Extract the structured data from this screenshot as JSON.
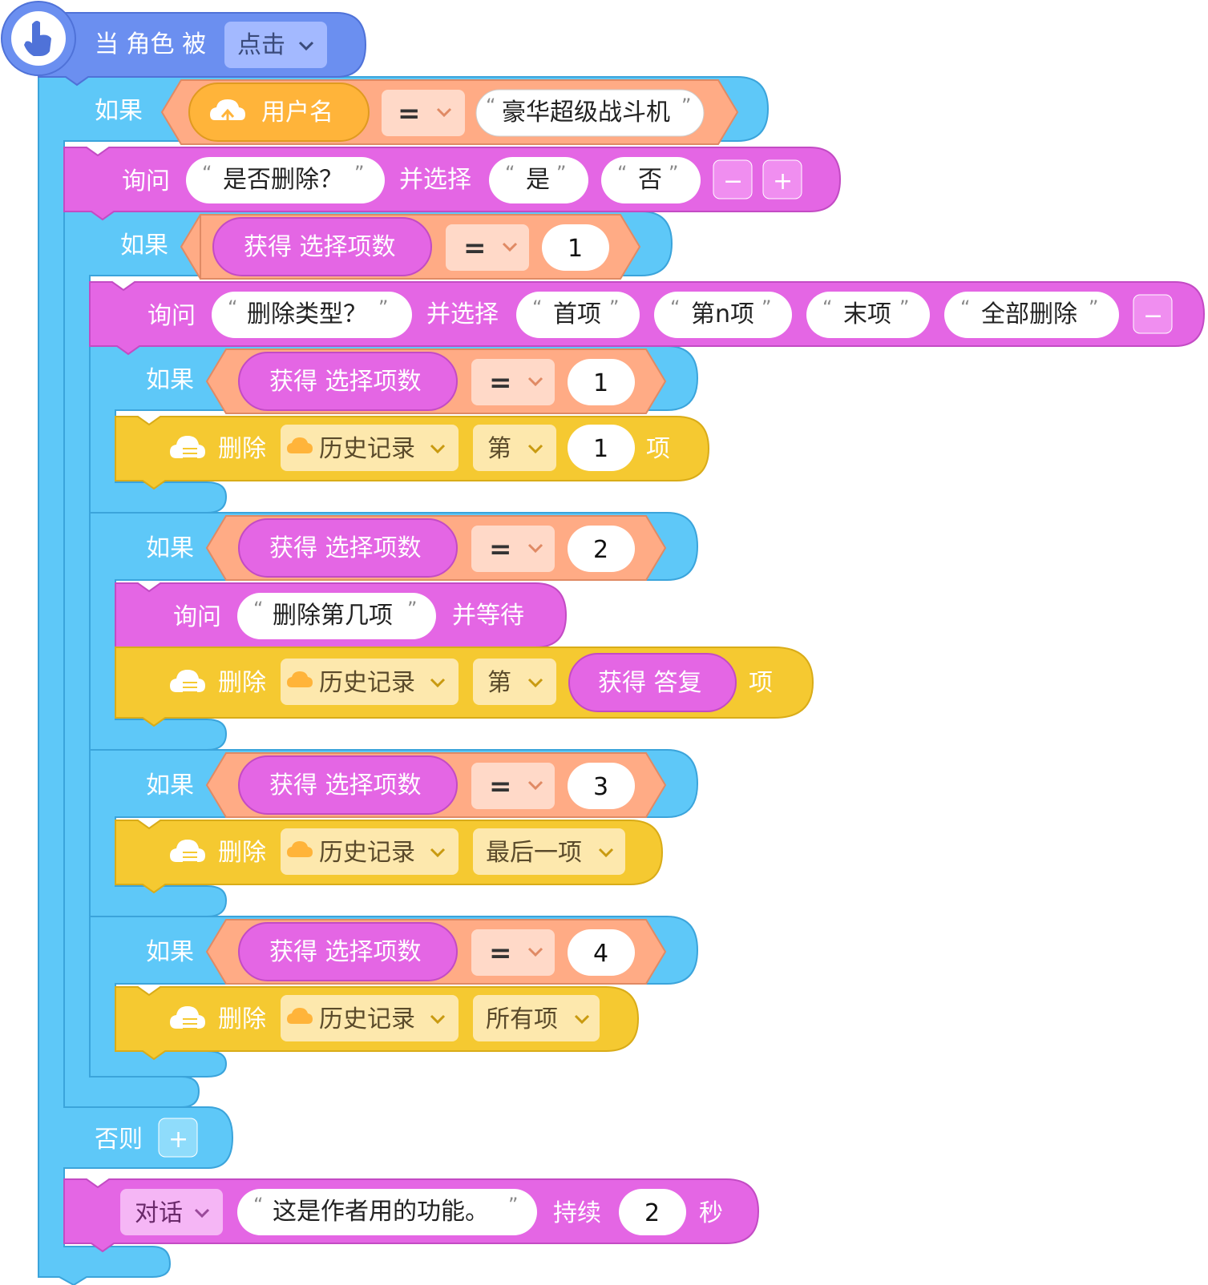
{
  "colors": {
    "event": "#6b8ff0",
    "control": "#5ec8f8",
    "control_stroke": "#3ba4db",
    "looks": "#e466e4",
    "looks_stroke": "#c34bc4",
    "operator": "#ffab85",
    "operator_stroke": "#e08a64",
    "operator_field": "#ffd9c8",
    "data": "#f5c931",
    "data_stroke": "#d9ac18",
    "data_field": "#fde8ad",
    "cloud_variable": "#ffb43a",
    "white": "#ffffff"
  },
  "event": {
    "label": "当 角色 被",
    "trigger": "点击",
    "icon": "hand-pointer-icon"
  },
  "if1": {
    "label": "如果",
    "variable": "用户名",
    "variable_icon": "cloud-upload-icon",
    "op": "=",
    "value": "豪华超级战斗机"
  },
  "ask1": {
    "label": "询问",
    "question": "是否删除？",
    "middle": "并选择",
    "options": [
      "是",
      "否"
    ],
    "minus": "−",
    "plus": "+"
  },
  "if2": {
    "label": "如果",
    "reporter": "获得 选择项数",
    "op": "=",
    "value": "1"
  },
  "ask2": {
    "label": "询问",
    "question": "删除类型？",
    "middle": "并选择",
    "options": [
      "首项",
      "第n项",
      "末项",
      "全部删除"
    ],
    "minus": "−"
  },
  "if3": {
    "label": "如果",
    "reporter": "获得 选择项数",
    "op": "=",
    "value": "1"
  },
  "del1": {
    "action": "删除",
    "list": "历史记录",
    "mode": "第",
    "index": "1",
    "suffix": "项",
    "icon": "cloud-list-icon"
  },
  "if4": {
    "label": "如果",
    "reporter": "获得 选择项数",
    "op": "=",
    "value": "2"
  },
  "ask3": {
    "label": "询问",
    "question": "删除第几项",
    "suffix": "并等待"
  },
  "del2": {
    "action": "删除",
    "list": "历史记录",
    "mode": "第",
    "reporter": "获得 答复",
    "suffix": "项"
  },
  "if5": {
    "label": "如果",
    "reporter": "获得 选择项数",
    "op": "=",
    "value": "3"
  },
  "del3": {
    "action": "删除",
    "list": "历史记录",
    "mode": "最后一项"
  },
  "if6": {
    "label": "如果",
    "reporter": "获得 选择项数",
    "op": "=",
    "value": "4"
  },
  "del4": {
    "action": "删除",
    "list": "历史记录",
    "mode": "所有项"
  },
  "else": {
    "label": "否则",
    "plus": "+"
  },
  "say": {
    "mode": "对话",
    "text": "这是作者用的功能。",
    "middle": "持续",
    "seconds": "2",
    "unit": "秒"
  },
  "quote_open": "“",
  "quote_close": "”"
}
